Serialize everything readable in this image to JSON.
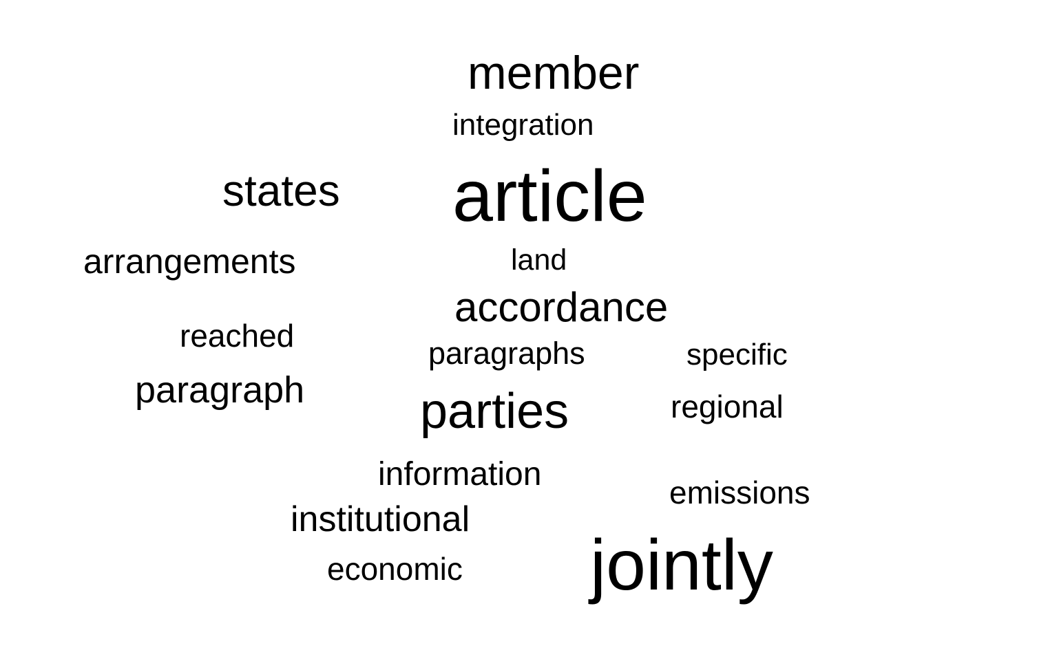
{
  "word_cloud": {
    "text_color": "#000000",
    "background_color": "#ffffff",
    "words": {
      "member": "member",
      "integration": "integration",
      "states": "states",
      "article": "article",
      "arrangements": "arrangements",
      "land": "land",
      "accordance": "accordance",
      "reached": "reached",
      "paragraphs": "paragraphs",
      "specific": "specific",
      "paragraph": "paragraph",
      "parties": "parties",
      "regional": "regional",
      "information": "information",
      "emissions": "emissions",
      "institutional": "institutional",
      "economic": "economic",
      "jointly": "jointly"
    }
  }
}
